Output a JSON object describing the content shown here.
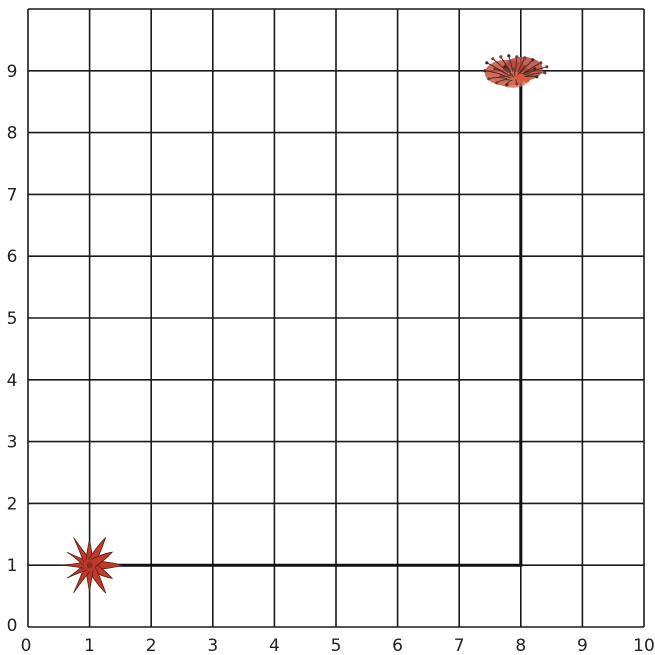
{
  "grid": {
    "x_ticks": [
      "0",
      "1",
      "2",
      "3",
      "4",
      "5",
      "6",
      "7",
      "8",
      "9",
      "10"
    ],
    "y_ticks": [
      "0",
      "1",
      "2",
      "3",
      "4",
      "5",
      "6",
      "7",
      "8",
      "9"
    ],
    "x_range": [
      0,
      10
    ],
    "y_range": [
      0,
      10
    ],
    "line_color": "#1a1a1a"
  },
  "markers": [
    {
      "name": "starfish-icon",
      "x": 1,
      "y": 1,
      "color": "#c0392b"
    },
    {
      "name": "coral-icon",
      "x": 8,
      "y": 9,
      "color": "#c0392b"
    }
  ],
  "path": {
    "points": [
      [
        1,
        1
      ],
      [
        8,
        1
      ],
      [
        8,
        9
      ]
    ],
    "color": "#111111"
  }
}
